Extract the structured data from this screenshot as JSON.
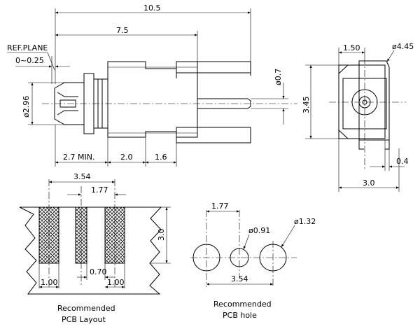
{
  "top_view": {
    "dim_total": "10.5",
    "dim_body": "7.5",
    "ref_plane": "REF.PLANE",
    "ref_offset": "0~0.25",
    "pin_dia": "ø0.7",
    "plug_dia": "ø2.96",
    "dim_min": "2.7  MIN.",
    "dim_a": "2.0",
    "dim_b": "1.6"
  },
  "end_view": {
    "width_top": "1.50",
    "outer_dia": "ø4.45",
    "height": "3.45",
    "offset": "0.4",
    "width": "3.0"
  },
  "pcb_layout": {
    "pitch_total": "3.54",
    "pitch_half": "1.77",
    "pad_height": "3.0",
    "gap": "0.70",
    "pad_w_left": "1.00",
    "pad_w_right": "1.00",
    "caption_line1": "Recommended",
    "caption_line2": "PCB  Layout"
  },
  "pcb_hole": {
    "pitch_half": "1.77",
    "small_dia": "ø0.91",
    "large_dia": "ø1.32",
    "pitch_total": "3.54",
    "caption_line1": "Recommended",
    "caption_line2": "PCB  hole"
  }
}
